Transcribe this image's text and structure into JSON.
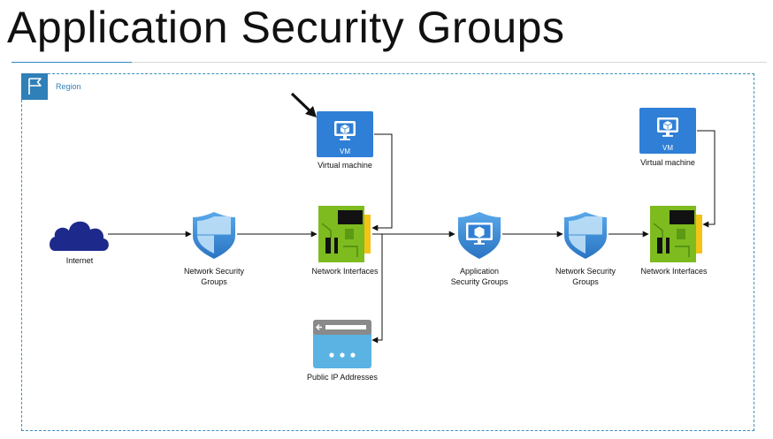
{
  "title": "Application Security Groups",
  "region": {
    "label": "Region"
  },
  "nodes": {
    "internet": "Internet",
    "nsg_left": "Network Security\nGroups",
    "nic_left": "Network Interfaces",
    "vm_top_left": {
      "badge": "VM",
      "label": "Virtual machine"
    },
    "public_ip": "Public IP Addresses",
    "asg": "Application\nSecurity Groups",
    "nsg_right": "Network Security\nGroups",
    "nic_right": "Network Interfaces",
    "vm_top_right": {
      "badge": "VM",
      "label": "Virtual machine"
    }
  },
  "colors": {
    "azure_blue": "#2f7fd6",
    "cloud_navy": "#1d2a8c",
    "nic_green": "#7dbb1f",
    "nic_yellow": "#f3c318",
    "shield_blue": "#3f8fd8",
    "region_border": "#3c8fbf"
  }
}
